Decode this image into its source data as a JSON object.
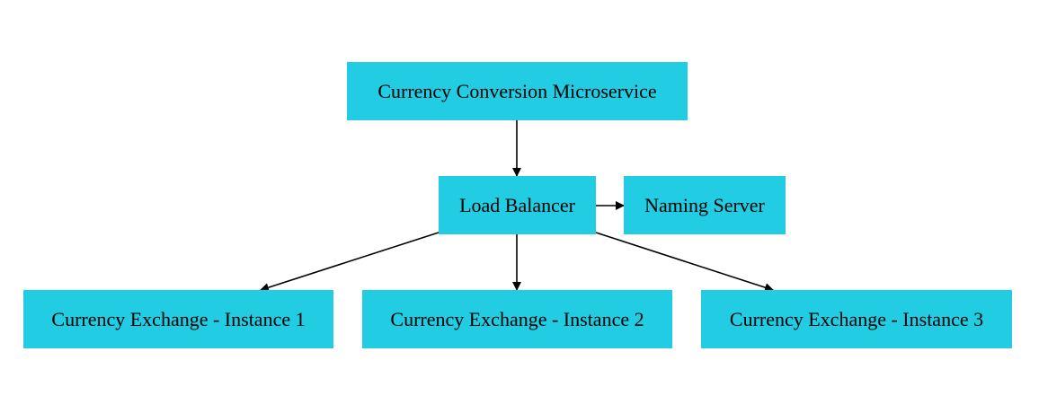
{
  "diagram": {
    "colors": {
      "node_fill": "#22cce2",
      "edge": "#000000",
      "text": "#000000",
      "background": "#ffffff"
    },
    "nodes": {
      "currency_conversion": {
        "label": "Currency Conversion Microservice"
      },
      "load_balancer": {
        "label": "Load Balancer"
      },
      "naming_server": {
        "label": "Naming Server"
      },
      "exchange_1": {
        "label": "Currency Exchange - Instance 1"
      },
      "exchange_2": {
        "label": "Currency Exchange - Instance 2"
      },
      "exchange_3": {
        "label": "Currency Exchange - Instance 3"
      }
    },
    "edges": [
      {
        "from": "currency_conversion",
        "to": "load_balancer"
      },
      {
        "from": "load_balancer",
        "to": "naming_server"
      },
      {
        "from": "load_balancer",
        "to": "exchange_1"
      },
      {
        "from": "load_balancer",
        "to": "exchange_2"
      },
      {
        "from": "load_balancer",
        "to": "exchange_3"
      }
    ]
  }
}
